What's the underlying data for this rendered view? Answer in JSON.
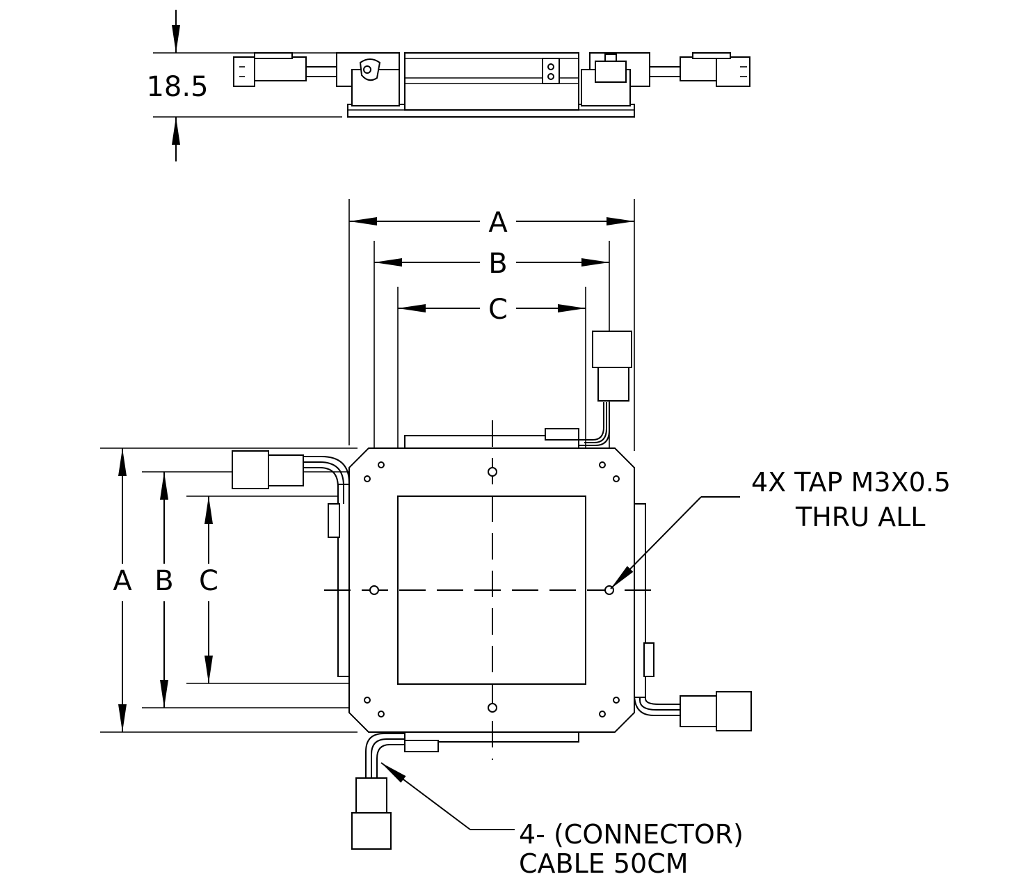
{
  "dimensions": {
    "height": "18.5",
    "A": "A",
    "B": "B",
    "C": "C"
  },
  "notes": {
    "tap_line1": "4X TAP M3X0.5",
    "tap_line2": "THRU ALL",
    "connector_line1": "4- (CONNECTOR)",
    "connector_line2": "CABLE 50CM"
  }
}
